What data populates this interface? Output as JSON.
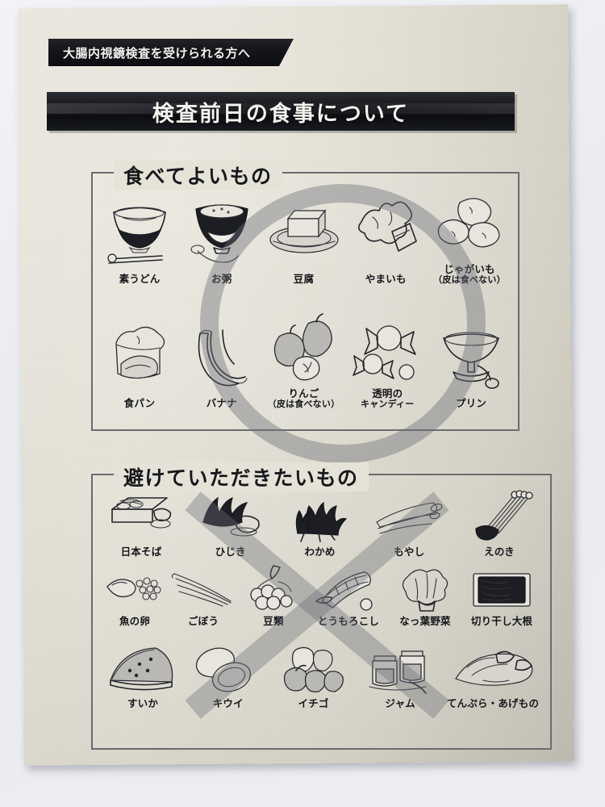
{
  "document": {
    "kicker": "大腸内視鏡検査を受けられる方へ",
    "title": "検査前日の食事について"
  },
  "sections": [
    {
      "id": "allowed",
      "heading": "食べてよいもの",
      "mark": "circle",
      "mark_meaning": "OK",
      "rows": [
        [
          {
            "label": "素うどん",
            "sub": "",
            "icon": "noodle-bowl-icon"
          },
          {
            "label": "お粥",
            "sub": "",
            "icon": "rice-porridge-bowl-icon"
          },
          {
            "label": "豆腐",
            "sub": "",
            "icon": "tofu-plate-icon"
          },
          {
            "label": "やまいも",
            "sub": "",
            "icon": "yam-slices-icon"
          },
          {
            "label": "じゃがいも",
            "sub": "（皮は食べない）",
            "icon": "potatoes-icon"
          }
        ],
        [
          {
            "label": "食パン",
            "sub": "",
            "icon": "sliced-bread-icon"
          },
          {
            "label": "バナナ",
            "sub": "",
            "icon": "banana-icon"
          },
          {
            "label": "りんご",
            "sub": "（皮は食べない）",
            "icon": "apples-icon"
          },
          {
            "label": "透明の",
            "sub": "キャンディー",
            "icon": "wrapped-candy-icon"
          },
          {
            "label": "プリン",
            "sub": "",
            "icon": "pudding-cup-icon"
          }
        ]
      ]
    },
    {
      "id": "avoid",
      "heading": "避けていただきたいもの",
      "mark": "cross",
      "mark_meaning": "NG",
      "rows": [
        [
          {
            "label": "日本そば",
            "sub": "",
            "icon": "soba-tray-icon"
          },
          {
            "label": "ひじき",
            "sub": "",
            "icon": "hijiki-seaweed-icon"
          },
          {
            "label": "わかめ",
            "sub": "",
            "icon": "wakame-seaweed-icon"
          },
          {
            "label": "もやし",
            "sub": "",
            "icon": "bean-sprouts-icon"
          },
          {
            "label": "えのき",
            "sub": "",
            "icon": "enoki-mushroom-icon"
          }
        ],
        [
          {
            "label": "魚の卵",
            "sub": "",
            "icon": "fish-roe-icon"
          },
          {
            "label": "ごぼう",
            "sub": "",
            "icon": "burdock-root-icon"
          },
          {
            "label": "豆類",
            "sub": "",
            "icon": "beans-icon"
          },
          {
            "label": "とうもろこし",
            "sub": "",
            "icon": "corn-icon"
          },
          {
            "label": "なっ葉野菜",
            "sub": "",
            "icon": "leafy-greens-icon"
          },
          {
            "label": "切り干し大根",
            "sub": "",
            "icon": "dried-radish-icon"
          }
        ],
        [
          {
            "label": "すいか",
            "sub": "",
            "icon": "watermelon-icon"
          },
          {
            "label": "キウイ",
            "sub": "",
            "icon": "kiwi-icon"
          },
          {
            "label": "イチゴ",
            "sub": "",
            "icon": "strawberry-icon"
          },
          {
            "label": "ジャム",
            "sub": "",
            "icon": "jam-jars-icon"
          },
          {
            "label": "てんぷら・あげもの",
            "sub": "",
            "icon": "tempura-fried-food-icon"
          }
        ]
      ]
    }
  ],
  "colors": {
    "paper": "#e3e0d5",
    "ink": "#16171b",
    "bar": "#0d0e12",
    "mark": "#6c6e76"
  }
}
